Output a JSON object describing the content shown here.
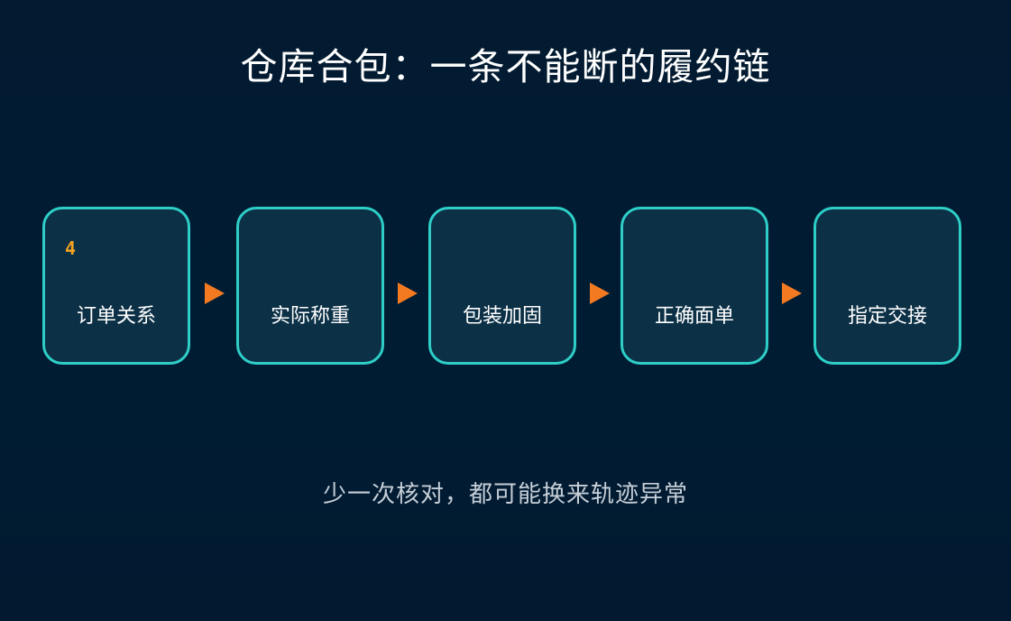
{
  "title": "仓库合包：一条不能断的履约链",
  "steps": [
    {
      "label": "订单关系",
      "badge": "4"
    },
    {
      "label": "实际称重"
    },
    {
      "label": "包装加固"
    },
    {
      "label": "正确面单"
    },
    {
      "label": "指定交接"
    }
  ],
  "note": "少一次核对，都可能换来轨迹异常",
  "colors": {
    "background": "#011c33",
    "box_border": "#2ecec7",
    "box_fill": "#0c3046",
    "arrow": "#f47a21",
    "badge": "#f4a321",
    "note_text": "#c6cfd8"
  }
}
